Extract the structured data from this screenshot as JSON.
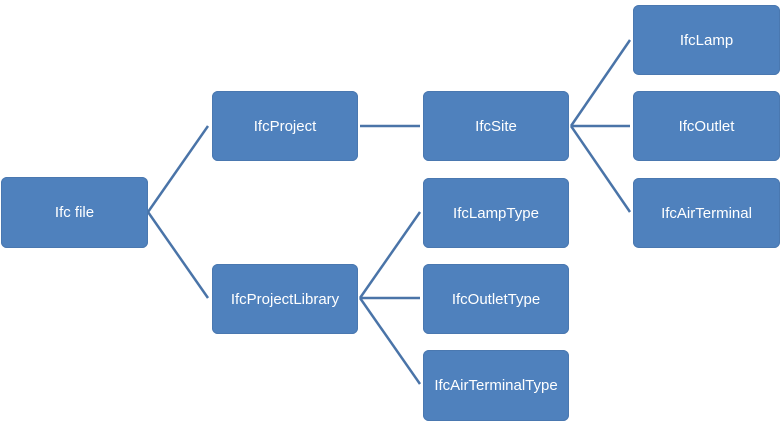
{
  "diagram": {
    "colors": {
      "node_fill": "#4f81bd",
      "node_text": "#ffffff",
      "connector": "#4a74a8"
    },
    "nodes": {
      "file": "Ifc file",
      "project": "IfcProject",
      "project_library": "IfcProjectLibrary",
      "site": "IfcSite",
      "lamp_type": "IfcLampType",
      "outlet_type": "IfcOutletType",
      "air_terminal_type": "IfcAirTerminalType",
      "lamp": "IfcLamp",
      "outlet": "IfcOutlet",
      "air_terminal": "IfcAirTerminal"
    },
    "edges": [
      [
        "file",
        "project"
      ],
      [
        "file",
        "project_library"
      ],
      [
        "project",
        "site"
      ],
      [
        "site",
        "lamp"
      ],
      [
        "site",
        "outlet"
      ],
      [
        "site",
        "air_terminal"
      ],
      [
        "project_library",
        "lamp_type"
      ],
      [
        "project_library",
        "outlet_type"
      ],
      [
        "project_library",
        "air_terminal_type"
      ]
    ]
  }
}
